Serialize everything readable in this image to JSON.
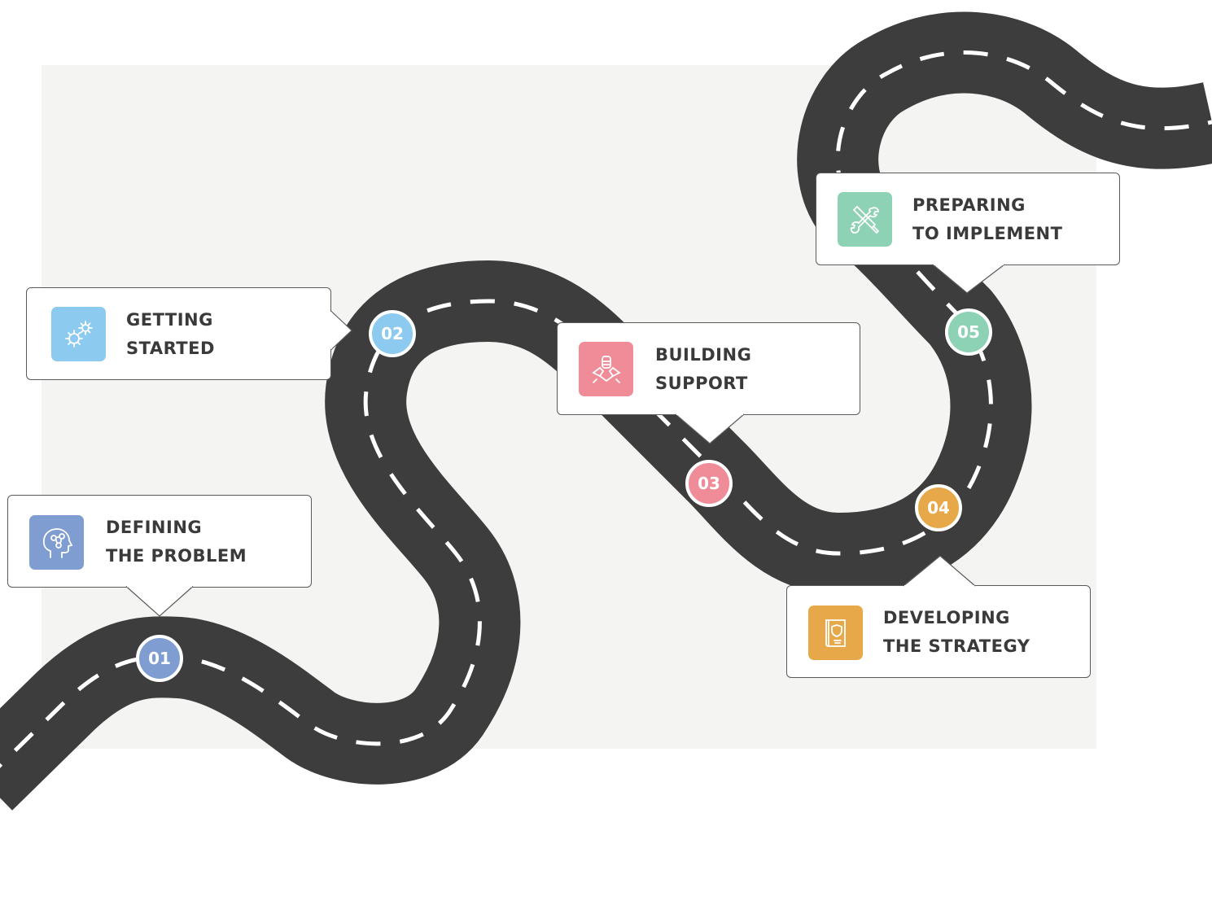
{
  "colors": {
    "road": "#3d3d3d",
    "dash": "#ffffff",
    "panel": "#f4f4f2"
  },
  "steps": [
    {
      "number": "01",
      "line1": "DEFINING",
      "line2": "THE PROBLEM",
      "color": "#7f9dd0",
      "icon": "brain-network-icon"
    },
    {
      "number": "02",
      "line1": "GETTING",
      "line2": "STARTED",
      "color": "#8ccaf0",
      "icon": "gears-icon"
    },
    {
      "number": "03",
      "line1": "BUILDING",
      "line2": "SUPPORT",
      "color": "#ef8c98",
      "icon": "hands-together-icon"
    },
    {
      "number": "04",
      "line1": "DEVELOPING",
      "line2": "THE STRATEGY",
      "color": "#e7a84a",
      "icon": "strategy-book-icon"
    },
    {
      "number": "05",
      "line1": "PREPARING",
      "line2": "TO IMPLEMENT",
      "color": "#8ed2b5",
      "icon": "tools-icon"
    }
  ]
}
